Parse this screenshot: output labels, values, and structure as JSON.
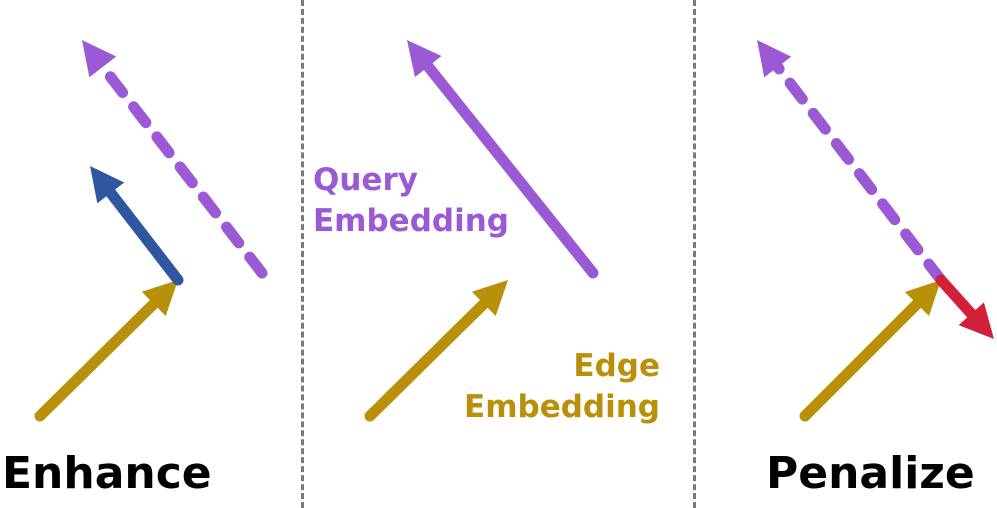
{
  "colors": {
    "query": "#9b59d6",
    "edge": "#b8900a",
    "enhance": "#2e57a0",
    "penalize": "#d0203a",
    "divider": "#7a7a7a"
  },
  "labels": {
    "enhance": "Enhance",
    "penalize": "Penalize",
    "query_line1": "Query",
    "query_line2": "Embedding",
    "edge_line1": "Edge",
    "edge_line2": "Embedding"
  },
  "panels": [
    {
      "name": "enhance",
      "arrows": [
        "edge-embedding",
        "enhancement-component",
        "query-embedding-dashed"
      ]
    },
    {
      "name": "legend",
      "arrows": [
        "query-embedding",
        "edge-embedding"
      ]
    },
    {
      "name": "penalize",
      "arrows": [
        "edge-embedding",
        "penalty-component",
        "query-embedding-dashed"
      ]
    }
  ]
}
